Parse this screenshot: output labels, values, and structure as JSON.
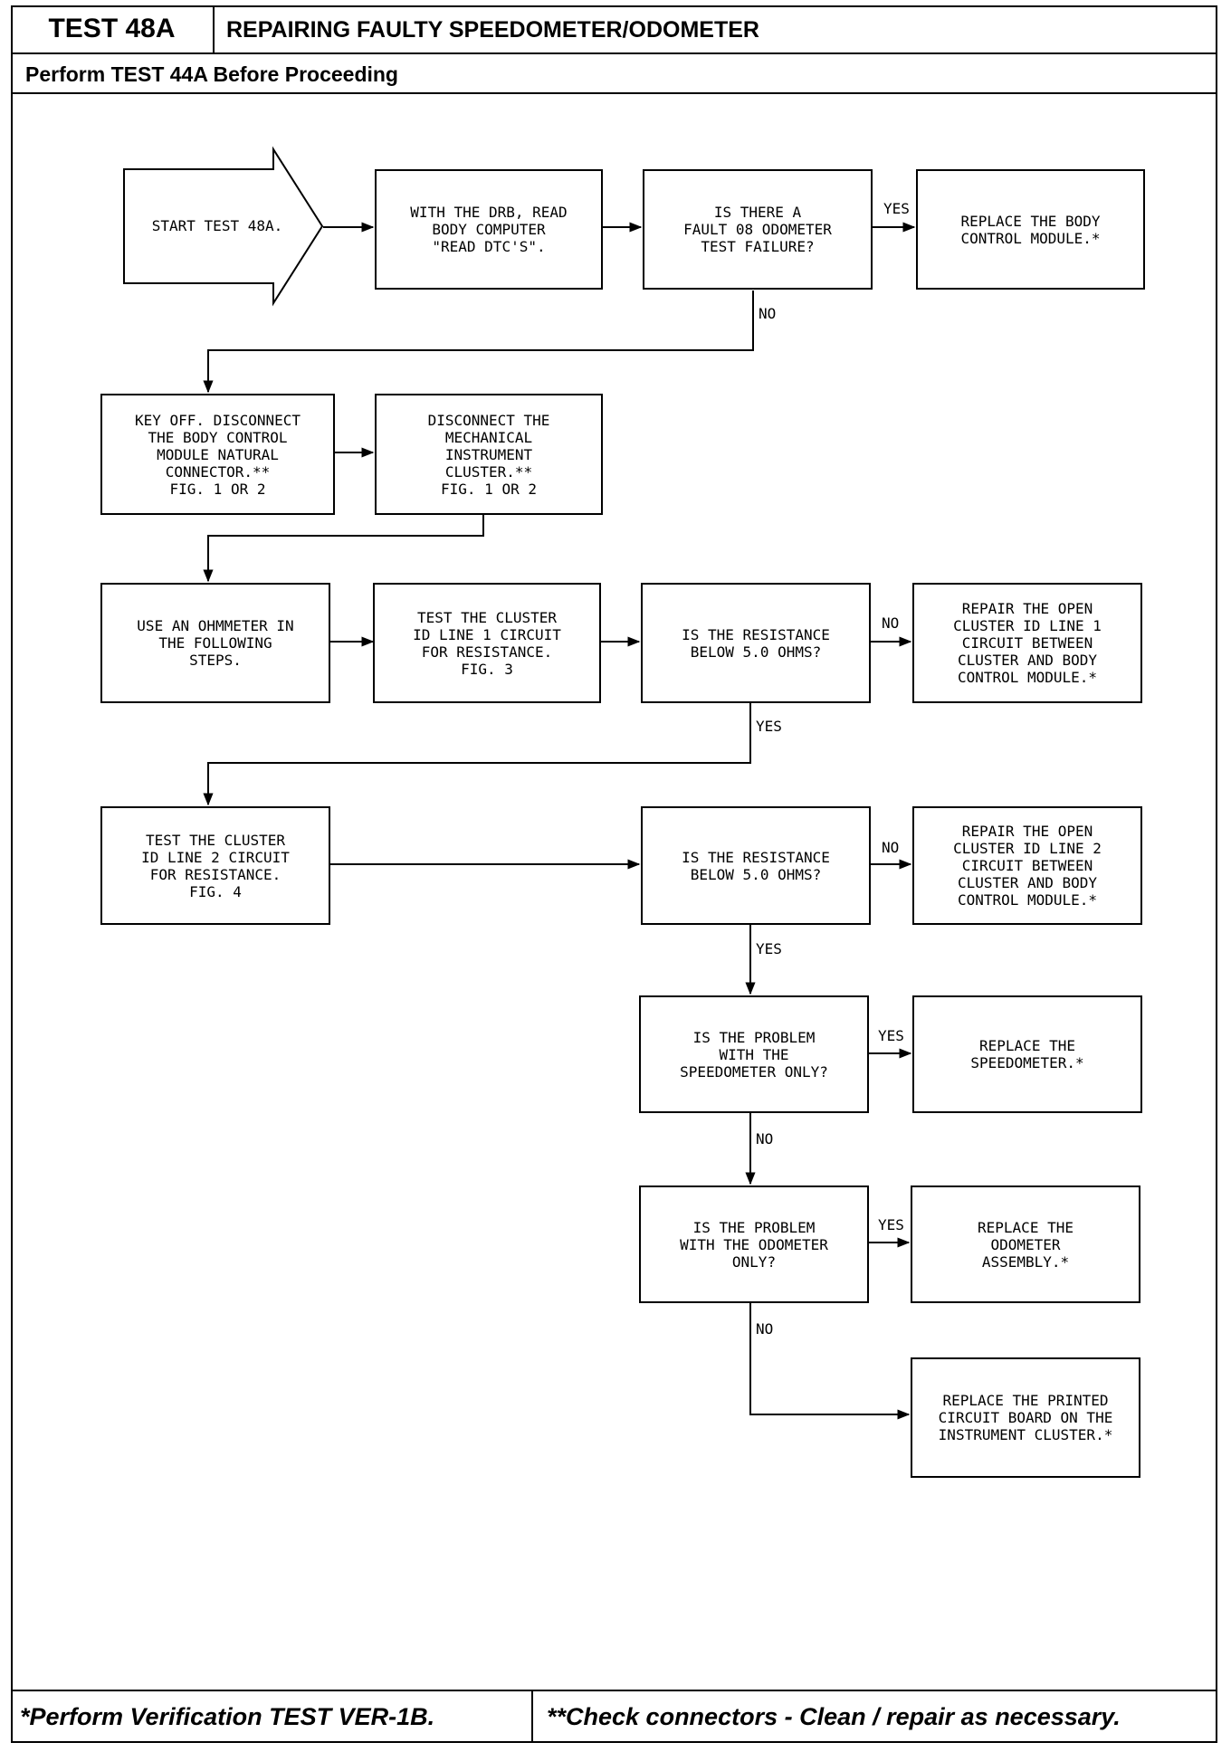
{
  "header": {
    "test_id": "TEST 48A",
    "title": "REPAIRING FAULTY SPEEDOMETER/ODOMETER",
    "subtitle": "Perform TEST 44A Before Proceeding"
  },
  "footer": {
    "note_single": "*Perform Verification TEST VER-1B.",
    "note_double": "**Check connectors - Clean / repair as necessary."
  },
  "flow": {
    "start": "START TEST 48A.",
    "read_dtc": [
      "WITH THE DRB, READ",
      "BODY COMPUTER",
      "\"READ DTC'S\"."
    ],
    "q_fault08": [
      "IS THERE A",
      "FAULT 08 ODOMETER",
      "TEST FAILURE?"
    ],
    "replace_bcm": [
      "REPLACE THE BODY",
      "CONTROL MODULE.*"
    ],
    "key_off": [
      "KEY OFF. DISCONNECT",
      "THE BODY CONTROL",
      "MODULE NATURAL",
      "CONNECTOR.**",
      "FIG. 1 OR 2"
    ],
    "disconnect_cluster": [
      "DISCONNECT THE",
      "MECHANICAL",
      "INSTRUMENT",
      "CLUSTER.**",
      "FIG. 1 OR 2"
    ],
    "use_ohmmeter": [
      "USE AN OHMMETER IN",
      "THE FOLLOWING",
      "STEPS."
    ],
    "test_line1": [
      "TEST THE CLUSTER",
      "ID LINE 1 CIRCUIT",
      "FOR RESISTANCE.",
      "",
      "FIG. 3"
    ],
    "q_res1": [
      "IS THE RESISTANCE",
      "BELOW 5.0 OHMS?"
    ],
    "repair_line1": [
      "REPAIR THE OPEN",
      "CLUSTER ID LINE 1",
      "CIRCUIT BETWEEN",
      "CLUSTER AND BODY",
      "CONTROL MODULE.*"
    ],
    "test_line2": [
      "TEST THE CLUSTER",
      "ID LINE 2 CIRCUIT",
      "FOR RESISTANCE.",
      "",
      "FIG. 4"
    ],
    "q_res2": [
      "IS THE RESISTANCE",
      "BELOW 5.0 OHMS?"
    ],
    "repair_line2": [
      "REPAIR THE OPEN",
      "CLUSTER ID LINE 2",
      "CIRCUIT BETWEEN",
      "CLUSTER AND BODY",
      "CONTROL MODULE.*"
    ],
    "q_speedo": [
      "IS THE PROBLEM",
      "WITH THE",
      "SPEEDOMETER ONLY?"
    ],
    "replace_speedo": [
      "REPLACE THE",
      "SPEEDOMETER.*"
    ],
    "q_odo": [
      "IS THE PROBLEM",
      "WITH THE ODOMETER",
      "ONLY?"
    ],
    "replace_odo": [
      "REPLACE THE",
      "ODOMETER",
      "ASSEMBLY.*"
    ],
    "replace_pcb": [
      "REPLACE THE PRINTED",
      "CIRCUIT BOARD ON THE",
      "INSTRUMENT CLUSTER.*"
    ]
  },
  "labels": {
    "yes": "YES",
    "no": "NO"
  }
}
